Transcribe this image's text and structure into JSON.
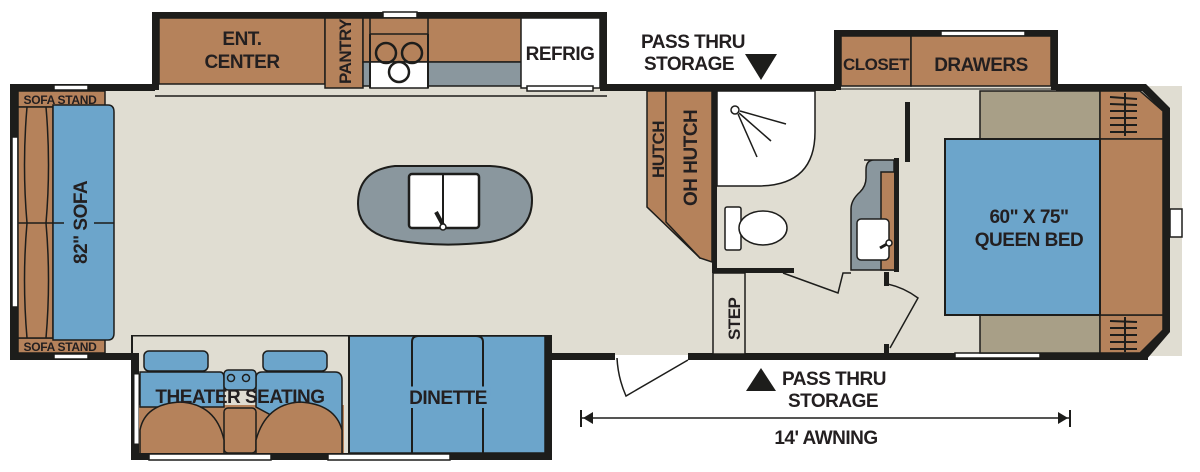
{
  "colors": {
    "wall": "#1d1d1b",
    "floor": "#e0ddd2",
    "cabinet": "#b5825b",
    "seating": "#6ca5cb",
    "counter": "#8a979e",
    "nightstand_floor": "#a89f87",
    "fixture": "#ffffff"
  },
  "labels": {
    "ent_center_line1": "ENT.",
    "ent_center_line2": "CENTER",
    "pantry": "PANTRY",
    "refrig": "REFRIG",
    "pass_thru_top_line1": "PASS THRU",
    "pass_thru_top_line2": "STORAGE",
    "closet": "CLOSET",
    "drawers": "DRAWERS",
    "sofa_stand_top": "SOFA STAND",
    "sofa_stand_bottom": "SOFA STAND",
    "sofa": "82\" SOFA",
    "hutch": "HUTCH",
    "oh_hutch": "OH HUTCH",
    "bed_line1": "60\" X 75\"",
    "bed_line2": "QUEEN BED",
    "step": "STEP",
    "theater_seating": "THEATER SEATING",
    "dinette": "DINETTE",
    "pass_thru_bottom_line1": "PASS THRU",
    "pass_thru_bottom_line2": "STORAGE",
    "awning": "14' AWNING"
  }
}
